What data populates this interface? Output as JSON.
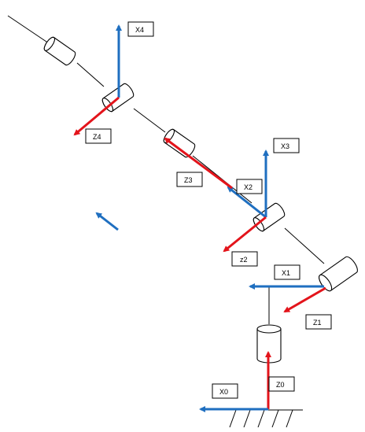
{
  "diagram": {
    "colors": {
      "blue_axis": "#1f6fc0",
      "red_axis": "#e3141b",
      "line": "#000000",
      "background": "#ffffff"
    },
    "labels": {
      "x4": "X4",
      "z4": "Z4",
      "z3": "Z3",
      "x3": "X3",
      "x2": "X2",
      "z2": "z2",
      "x1": "X1",
      "z1": "Z1",
      "x0": "X0",
      "z0": "Z0"
    }
  }
}
